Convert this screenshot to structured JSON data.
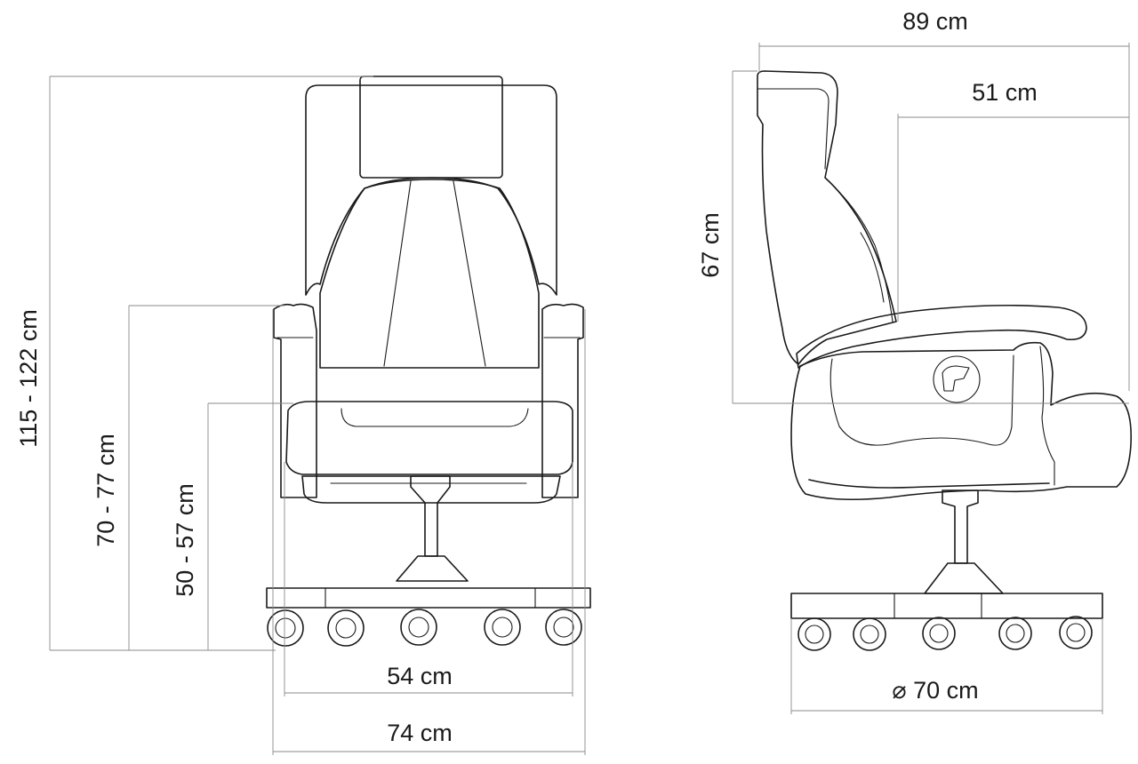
{
  "colors": {
    "line": "#1a1a1a",
    "dimension_line": "#8a8a8a",
    "background": "#ffffff"
  },
  "front_view": {
    "total_height": "115 - 122 cm",
    "armrest_height": "70 - 77 cm",
    "seat_height": "50 - 57 cm",
    "seat_width": "54 cm",
    "total_width": "74 cm"
  },
  "side_view": {
    "total_depth": "89 cm",
    "seat_depth": "51 cm",
    "backrest_height": "67 cm",
    "base_diameter": "⌀ 70 cm"
  }
}
